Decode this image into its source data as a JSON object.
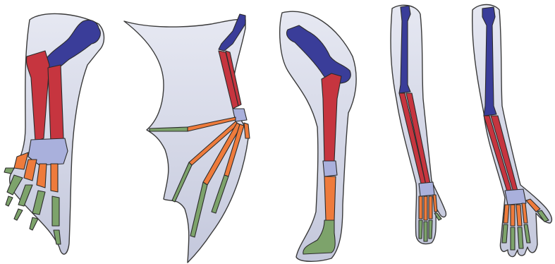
{
  "figure": {
    "panels": [
      {
        "id": "panel-1",
        "limb": "flipper-forelimb"
      },
      {
        "id": "panel-2",
        "limb": "wing-forelimb"
      },
      {
        "id": "panel-3",
        "limb": "hoofed-forelimb"
      },
      {
        "id": "panel-4",
        "limb": "primate-arm"
      },
      {
        "id": "panel-5",
        "limb": "human-arm"
      }
    ],
    "colors": {
      "background": "#ffffff",
      "skin": "#c9cde0",
      "skin_light": "#e4e6f0",
      "humerus": "#3a3d99",
      "radius_ulna": "#c6353f",
      "carpals": "#a9b0dc",
      "metacarpals": "#ee7b3c",
      "phalanges": "#7da36b",
      "outline": "#3a3a3a"
    },
    "color_legend_colors": {
      "humerus": "#3a3d99",
      "radius-ulna": "#c6353f",
      "carpals": "#a9b0dc",
      "metacarpals": "#ee7b3c",
      "phalanges": "#7da36b"
    }
  }
}
